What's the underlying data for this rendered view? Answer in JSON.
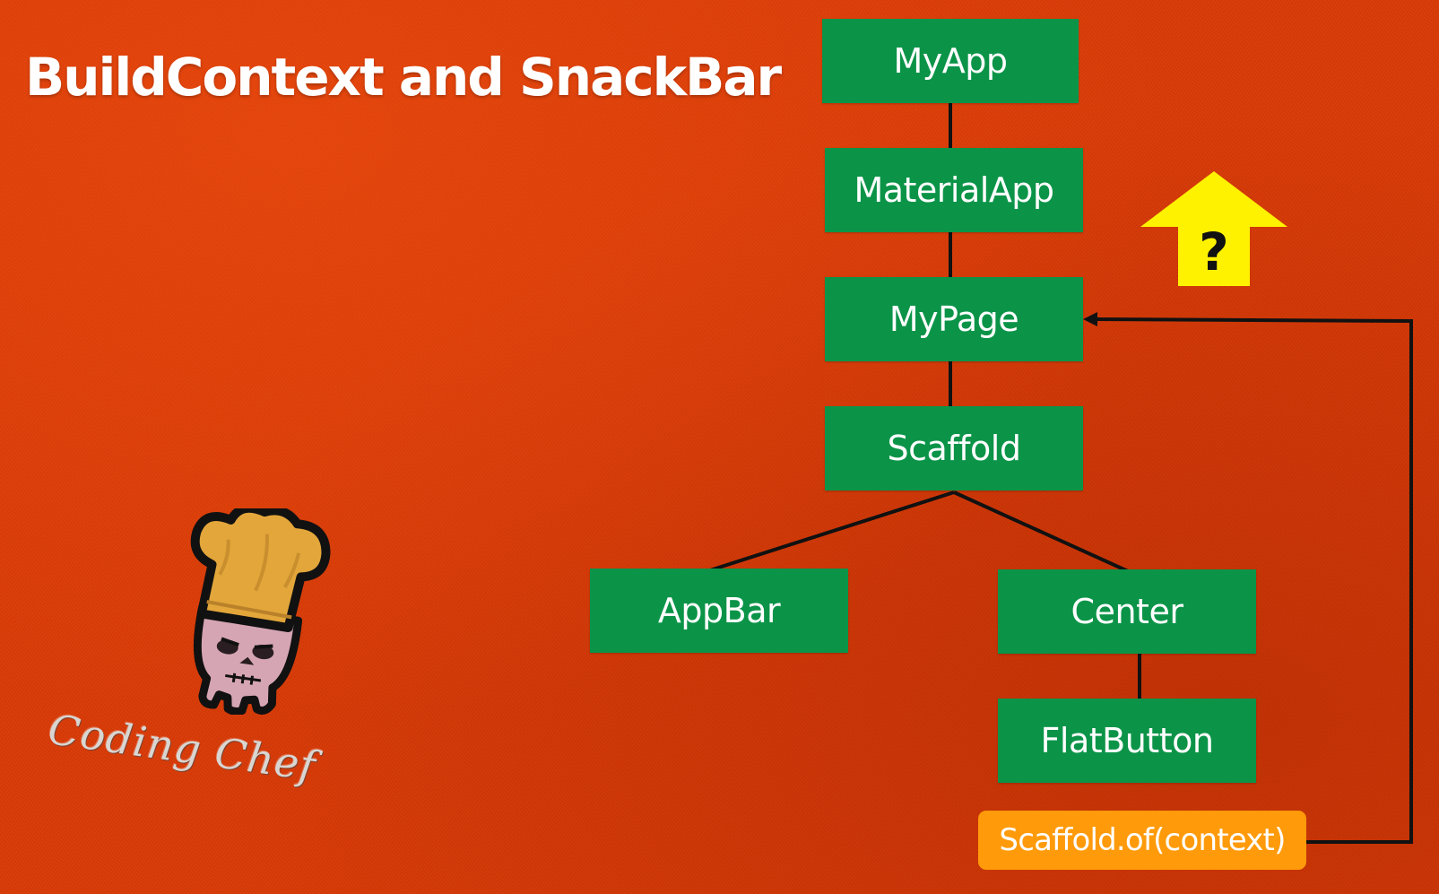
{
  "slide": {
    "title": "BuildContext and SnackBar"
  },
  "tree": {
    "nodes": {
      "my_app": "MyApp",
      "material_app": "MaterialApp",
      "my_page": "MyPage",
      "scaffold": "Scaffold",
      "app_bar": "AppBar",
      "center": "Center",
      "flat_button": "FlatButton"
    },
    "edges": [
      [
        "MyApp",
        "MaterialApp"
      ],
      [
        "MaterialApp",
        "MyPage"
      ],
      [
        "MyPage",
        "Scaffold"
      ],
      [
        "Scaffold",
        "AppBar"
      ],
      [
        "Scaffold",
        "Center"
      ],
      [
        "Center",
        "FlatButton"
      ]
    ],
    "node_color": "#0b9448"
  },
  "lookup": {
    "call_label": "Scaffold.of(context)",
    "call_color": "#ff9a0a",
    "target_node": "MyPage",
    "question_arrow": {
      "symbol": "?",
      "color": "#fff200",
      "direction": "up"
    }
  },
  "brand": {
    "name": "Coding Chef",
    "mascot_icon": "chef-hat-skull-icon"
  },
  "colors": {
    "background": "#d93a06",
    "connector": "#111111",
    "text": "#ffffff"
  }
}
